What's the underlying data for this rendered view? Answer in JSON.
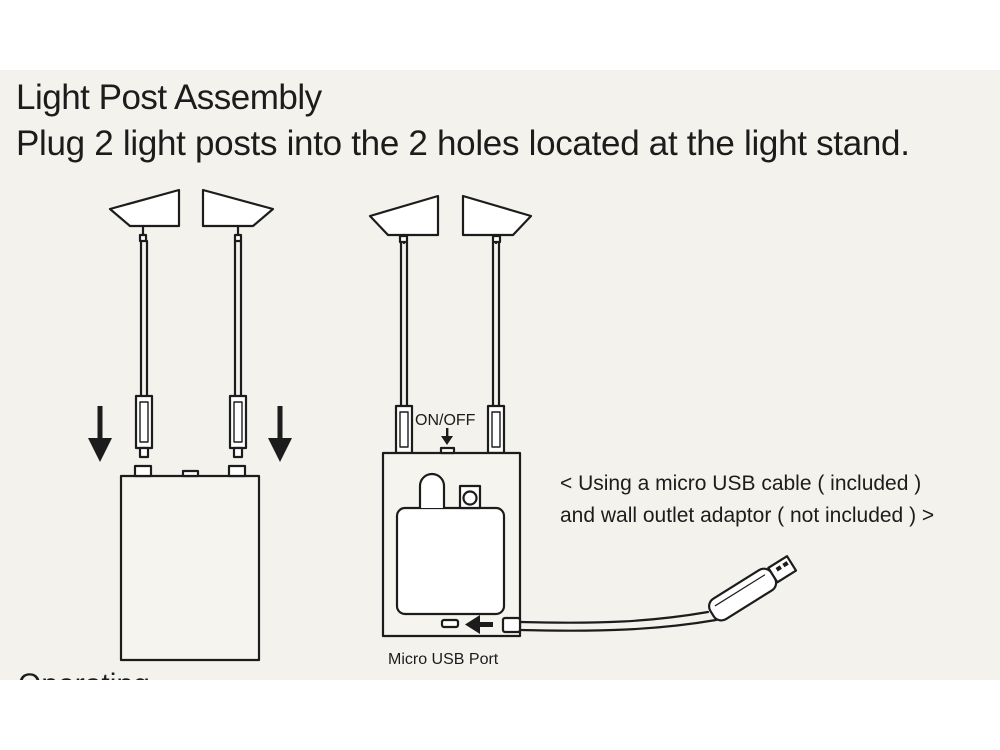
{
  "document": {
    "title": "Light Post Assembly",
    "instruction": "Plug 2 light posts into the 2 holes located at the light stand.",
    "labels": {
      "on_off": "ON/OFF",
      "micro_usb_port": "Micro USB Port"
    },
    "usb_note": {
      "line1": "< Using a micro USB cable ( included )",
      "line2": "and wall outlet adaptor ( not included ) >"
    },
    "next_section_heading_cutoff": "Operating Instructions"
  }
}
